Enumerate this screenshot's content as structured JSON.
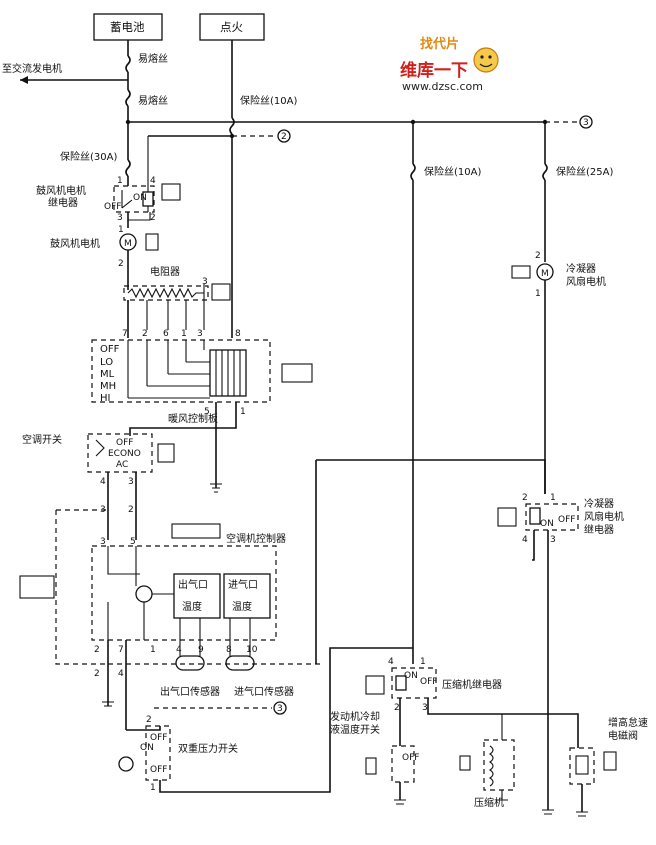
{
  "sources": {
    "battery": "蓄电池",
    "ignition": "点火"
  },
  "watermark": {
    "top": "找代片",
    "brand": "维库一下",
    "url": "www.dzsc.com"
  },
  "labels": {
    "to_alternator": "至交流发电机",
    "fusible_link_1": "易熔丝",
    "fusible_link_2": "易熔丝",
    "fuse_10a_a": "保险丝(10A)",
    "fuse_30a": "保险丝(30A)",
    "fuse_10a_b": "保险丝(10A)",
    "fuse_25a": "保险丝(25A)",
    "blower_relay_1": "鼓风机电机",
    "blower_relay_2": "继电器",
    "blower_motor": "鼓风机电机",
    "resistor": "电阻器",
    "heater_panel": "暖风控制板",
    "ac_switch": "空调开关",
    "ac_controller": "空调机控制器",
    "outlet_temp_1": "出气口",
    "outlet_temp_2": "温度",
    "inlet_temp_1": "进气口",
    "inlet_temp_2": "温度",
    "outlet_sensor": "出气口传感器",
    "inlet_sensor": "进气口传感器",
    "dual_pressure": "双重压力开关",
    "coolant_switch_1": "发动机冷却",
    "coolant_switch_2": "液温度开关",
    "compressor_relay": "压缩机继电器",
    "compressor": "压缩机",
    "condenser_motor_1": "冷凝器",
    "condenser_motor_2": "风扇电机",
    "condenser_relay_1": "冷凝器",
    "condenser_relay_2": "风扇电机",
    "condenser_relay_3": "继电器",
    "idle_valve_1": "增高怠速",
    "idle_valve_2": "电磁阀"
  },
  "switch_positions": {
    "panel": [
      "OFF",
      "LO",
      "ML",
      "MH",
      "HI"
    ],
    "ac_off": "OFF",
    "ac_econo": "ECONO",
    "ac_ac": "AC",
    "on": "ON",
    "off": "OFF"
  },
  "refs": {
    "r2": "2",
    "r3a": "3",
    "r3b": "3"
  }
}
